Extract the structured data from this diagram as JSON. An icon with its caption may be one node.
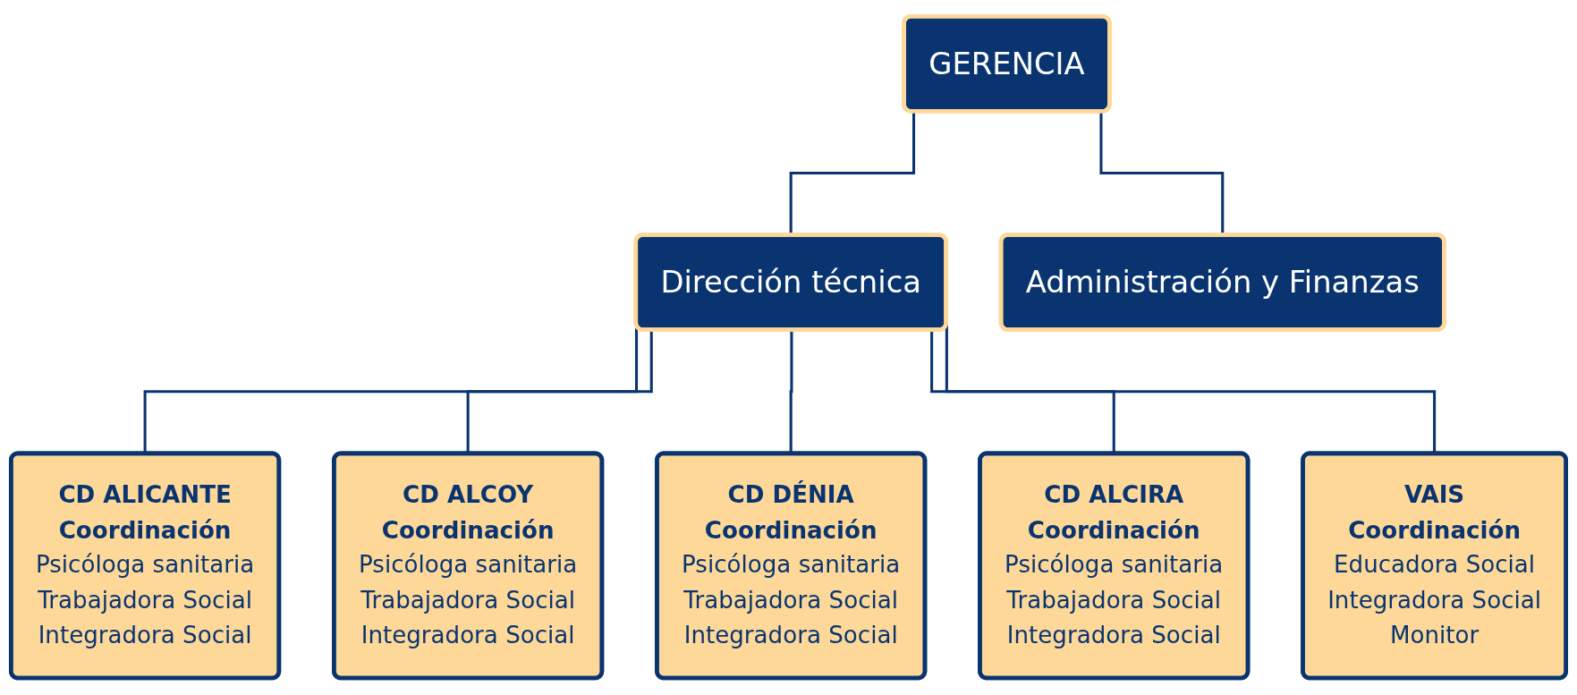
{
  "diagram": {
    "nodes": [
      {
        "text": [
          "GERENCIA"
        ]
      },
      {
        "text": [
          "Dirección técnica"
        ]
      },
      {
        "text": [
          "Administración y Finanzas"
        ]
      },
      {
        "text": [
          "CD ALICANTE",
          "Coordinación",
          "Psicóloga sanitaria",
          "Trabajadora Social",
          "Integradora Social"
        ]
      },
      {
        "text": [
          "CD ALCOY",
          "Coordinación",
          "Psicóloga sanitaria",
          "Trabajadora Social",
          "Integradora Social"
        ]
      },
      {
        "text": [
          "CD DÉNIA",
          "Coordinación",
          "Psicóloga sanitaria",
          "Trabajadora Social",
          "Integradora Social"
        ]
      },
      {
        "text": [
          "CD ALCIRA",
          "Coordinación",
          "Psicóloga sanitaria",
          "Trabajadora Social",
          "Integradora Social"
        ]
      },
      {
        "text": [
          "VAIS",
          "Coordinación",
          "Educadora Social",
          "Integradora Social",
          "Monitor"
        ]
      }
    ],
    "edges": [
      {
        "from": 0,
        "to": 1,
        "arrow": "none"
      },
      {
        "from": 0,
        "to": 2,
        "arrow": "none"
      },
      {
        "from": 1,
        "to": 3,
        "arrow": "none"
      },
      {
        "from": 1,
        "to": 4,
        "arrow": "none"
      },
      {
        "from": 1,
        "to": 5,
        "arrow": "none"
      },
      {
        "from": 1,
        "to": 6,
        "arrow": "none"
      },
      {
        "from": 1,
        "to": 7,
        "arrow": "none"
      }
    ]
  }
}
